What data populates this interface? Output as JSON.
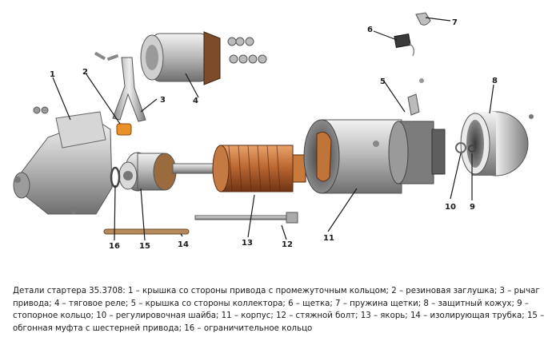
{
  "labels": {
    "l1": "1",
    "l2": "2",
    "l3": "3",
    "l4": "4",
    "l5": "5",
    "l6": "6",
    "l7": "7",
    "l8": "8",
    "l9": "9",
    "l10": "10",
    "l11": "11",
    "l12": "12",
    "l13": "13",
    "l14": "14",
    "l15": "15",
    "l16": "16"
  },
  "caption": "Детали стартера 35.3708: 1 – крышка со стороны привода с промежуточным кольцом; 2 – резиновая заглушка; 3 – рычаг привода; 4 – тяговое реле; 5 – крышка со стороны коллектора; 6 – щетка; 7 – пружина щетки; 8 – защитный кожух; 9 – стопорное кольцо; 10 – регулировочная шайба; 11 – корпус; 12 – стяжной болт; 13 – якорь; 14 – изолирующая трубка; 15 – обгонная муфта с шестерней привода; 16 – ограничительное кольцо"
}
